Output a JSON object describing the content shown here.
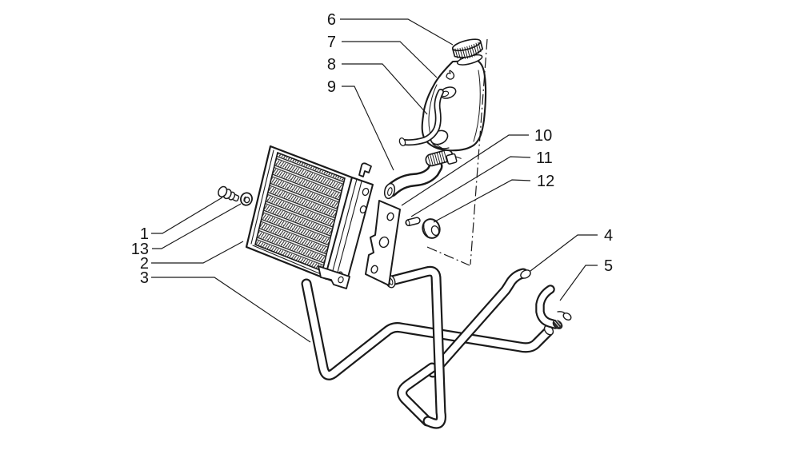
{
  "colors": {
    "background": "#ffffff",
    "line": "#1a1a1a"
  },
  "callouts": {
    "n1": "1",
    "n2": "2",
    "n3": "3",
    "n4": "4",
    "n5": "5",
    "n6": "6",
    "n7": "7",
    "n8": "8",
    "n9": "9",
    "n10": "10",
    "n11": "11",
    "n12": "12",
    "n13": "13"
  }
}
